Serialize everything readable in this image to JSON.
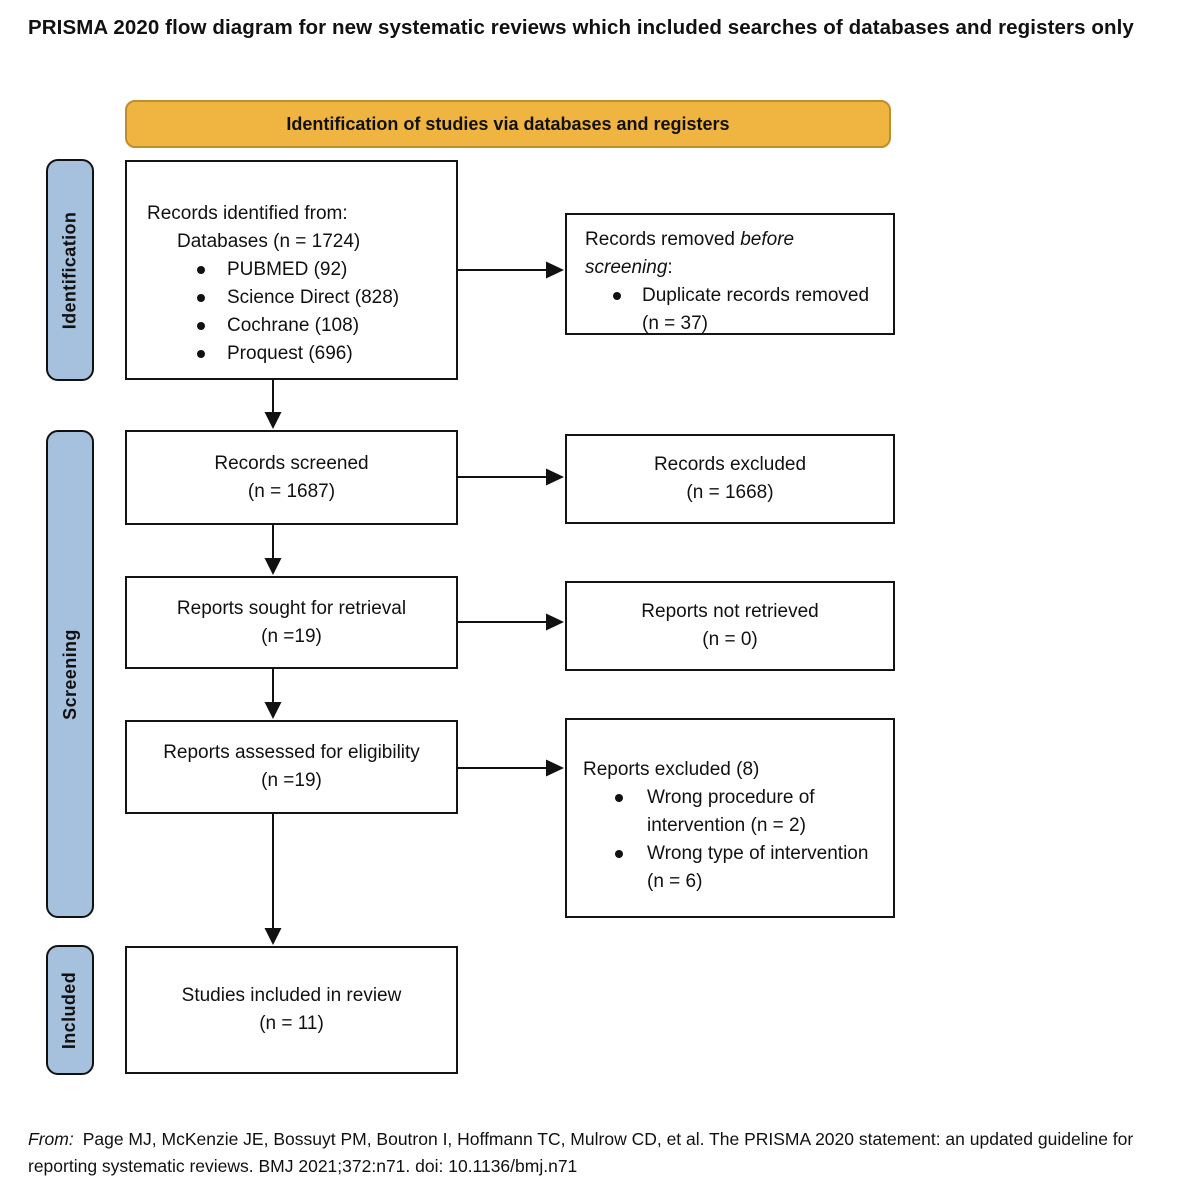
{
  "page_title": "PRISMA 2020 flow diagram for new systematic reviews which included searches of databases and registers only",
  "banner": {
    "label": "Identification of studies via databases and registers"
  },
  "stages": {
    "identification": "Identification",
    "screening": "Screening",
    "included": "Included"
  },
  "boxes": {
    "records_identified": {
      "title": "Records identified from:",
      "subtitle": "Databases (n = 1724)",
      "bullets": [
        "PUBMED (92)",
        "Science Direct (828)",
        "Cochrane (108)",
        "Proquest (696)"
      ]
    },
    "records_removed": {
      "text_prefix": "Records removed ",
      "text_italic": "before screening",
      "text_suffix": ":",
      "bullets": [
        "Duplicate records removed (n = 37)"
      ]
    },
    "records_screened": {
      "line1": "Records screened",
      "line2": "(n = 1687)"
    },
    "records_excluded": {
      "line1": "Records excluded",
      "line2": "(n = 1668)"
    },
    "reports_sought": {
      "line1": "Reports sought for retrieval",
      "line2": "(n =19)"
    },
    "reports_not_retrieved": {
      "line1": "Reports not retrieved",
      "line2": "(n = 0)"
    },
    "reports_assessed": {
      "line1": "Reports assessed for eligibility",
      "line2": "(n =19)"
    },
    "reports_excluded": {
      "title": "Reports excluded (8)",
      "bullets": [
        "Wrong procedure of intervention (n = 2)",
        "Wrong type of intervention (n = 6)"
      ]
    },
    "studies_included": {
      "line1": "Studies included in review",
      "line2": "(n = 11)"
    }
  },
  "footer": {
    "from_label": "From:",
    "citation": "Page MJ, McKenzie JE, Bossuyt PM, Boutron I, Hoffmann TC, Mulrow CD, et al. The PRISMA 2020 statement: an updated guideline for reporting systematic reviews. BMJ 2021;372:n71. doi: 10.1136/bmj.n71"
  },
  "colors": {
    "banner_fill": "#F0B441",
    "banner_border": "#BE8E2E",
    "stage_fill": "#A6C1DE",
    "box_border": "#141414"
  }
}
